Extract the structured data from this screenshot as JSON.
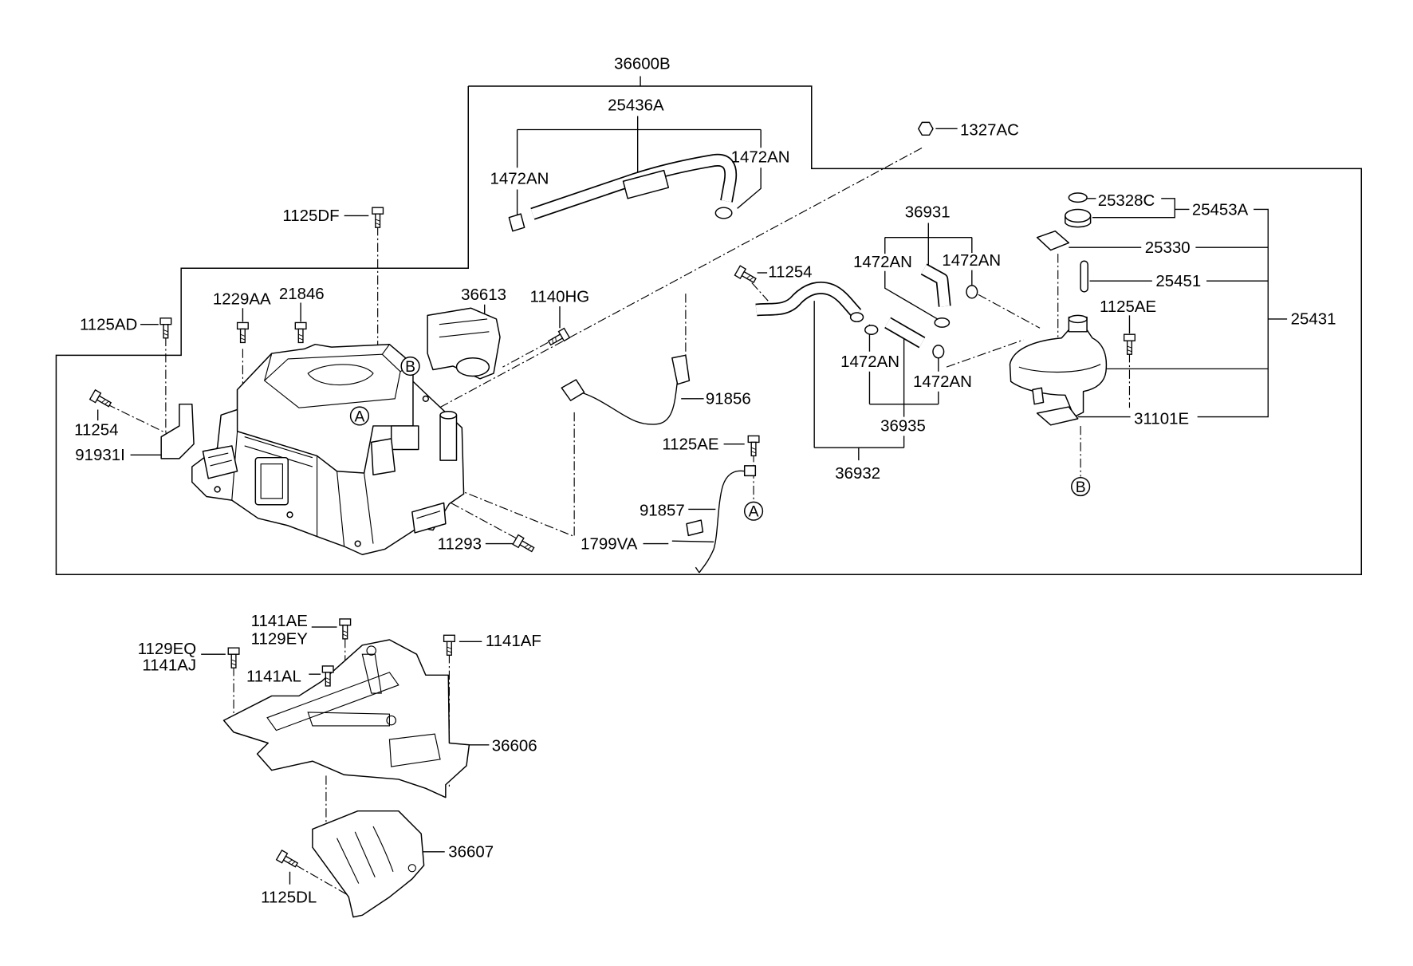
{
  "callouts": {
    "assembly_36600B": "36600B",
    "hose_25436A": "25436A",
    "clamp_upper_left": "1472AN",
    "clamp_upper_right": "1472AN",
    "nut_1327AC": "1327AC",
    "bolt_1125DF": "1125DF",
    "bolt_1229AA": "1229AA",
    "pin_21846": "21846",
    "bracket_36613": "36613",
    "bolt_1140HG": "1140HG",
    "bolt_1125AD": "1125AD",
    "bolt_11254_left": "11254",
    "bracket_91931I": "91931I",
    "bolt_11293": "11293",
    "clip_1799VA": "1799VA",
    "cable_91856": "91856",
    "bolt_1125AE_mid": "1125AE",
    "cable_91857": "91857",
    "bolt_11254_mid": "11254",
    "hose_36931": "36931",
    "clamp_mid_1": "1472AN",
    "clamp_mid_2": "1472AN",
    "clamp_mid_3": "1472AN",
    "clamp_mid_4": "1472AN",
    "hose_36935": "36935",
    "hose_36932": "36932",
    "cap_25328C": "25328C",
    "cap_25453A": "25453A",
    "part_25330": "25330",
    "part_25451": "25451",
    "bolt_1125AE_right": "1125AE",
    "reservoir_25431": "25431",
    "bracket_31101E": "31101E",
    "bolt_1141AE": "1141AE",
    "bolt_1129EY": "1129EY",
    "bolt_1129EQ": "1129EQ",
    "bolt_1141AJ": "1141AJ",
    "bolt_1141AF": "1141AF",
    "bolt_1141AL": "1141AL",
    "tray_36606": "36606",
    "bracket_36607": "36607",
    "bolt_1125DL": "1125DL"
  },
  "markers": {
    "a_left": "A",
    "b_left": "B",
    "a_mid": "A",
    "b_right": "B"
  },
  "colors": {
    "line": "#000000",
    "background": "#ffffff"
  }
}
